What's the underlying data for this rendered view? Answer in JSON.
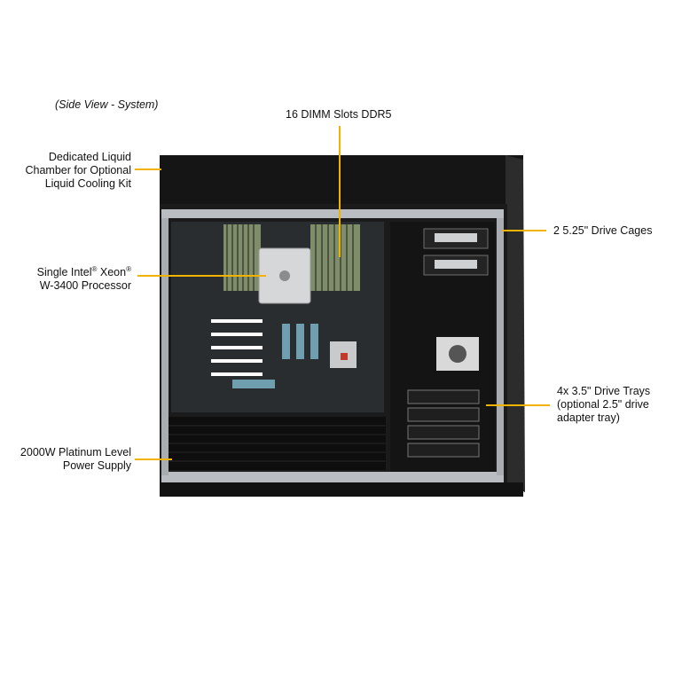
{
  "caption": "(Side View - System)",
  "callouts": {
    "dimm": "16 DIMM Slots DDR5",
    "liquid": [
      "Dedicated Liquid",
      "Chamber for Optional",
      "Liquid Cooling Kit"
    ],
    "cpu_line1": "Single Intel",
    "cpu_reg1": "®",
    "cpu_line1b": " Xeon",
    "cpu_reg2": "®",
    "cpu_line2": "W-3400 Processor",
    "drive_cages": "2 5.25\" Drive Cages",
    "drive_trays": [
      "4x 3.5\" Drive Trays",
      "(optional 2.5\" drive",
      "adapter tray)"
    ],
    "psu": [
      "2000W Platinum Level",
      "Power Supply"
    ]
  },
  "colors": {
    "leader": "#f2b300",
    "chassis": "#1b1b1b",
    "frame": "#b9bcc0",
    "board": "#2a2d2f",
    "dimm": "#7f8d6a",
    "heatsink": "#d6d7d8"
  }
}
